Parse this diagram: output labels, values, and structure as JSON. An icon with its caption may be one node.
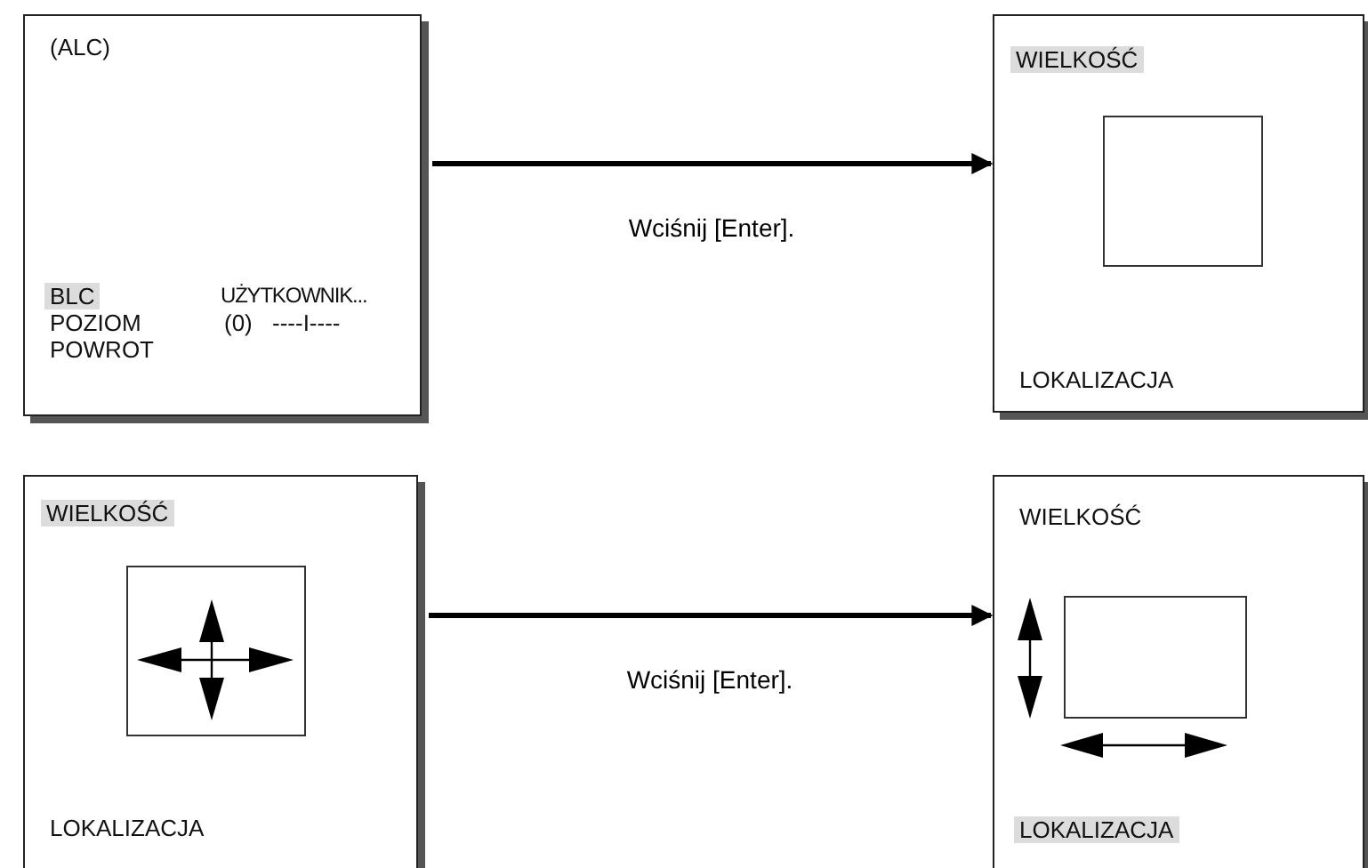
{
  "diagram": {
    "nodes": [
      {
        "text": [
          "(ALC)",
          "BLC",
          "UŻYTKOWNIK...",
          "POZIOM",
          "(0)",
          "----I----",
          "POWROT"
        ]
      },
      {
        "text": [
          "WIELKOŚĆ",
          "LOKALIZACJA"
        ]
      },
      {
        "text": [],
        "shape": "box",
        "in": 1
      },
      {
        "text": [
          "WIELKOŚĆ",
          "LOKALIZACJA"
        ]
      },
      {
        "text": [],
        "shape": "box",
        "in": 3
      },
      {
        "text": [
          "WIELKOŚĆ",
          "LOKALIZACJA"
        ]
      },
      {
        "text": [],
        "shape": "box",
        "in": 5
      }
    ],
    "edges": [
      {
        "from": 0,
        "to": 1,
        "arrow": "to",
        "label": "Wciśnij [Enter]."
      },
      {
        "from": 3,
        "to": 5,
        "arrow": "to",
        "label": "Wciśnij [Enter]."
      }
    ]
  }
}
